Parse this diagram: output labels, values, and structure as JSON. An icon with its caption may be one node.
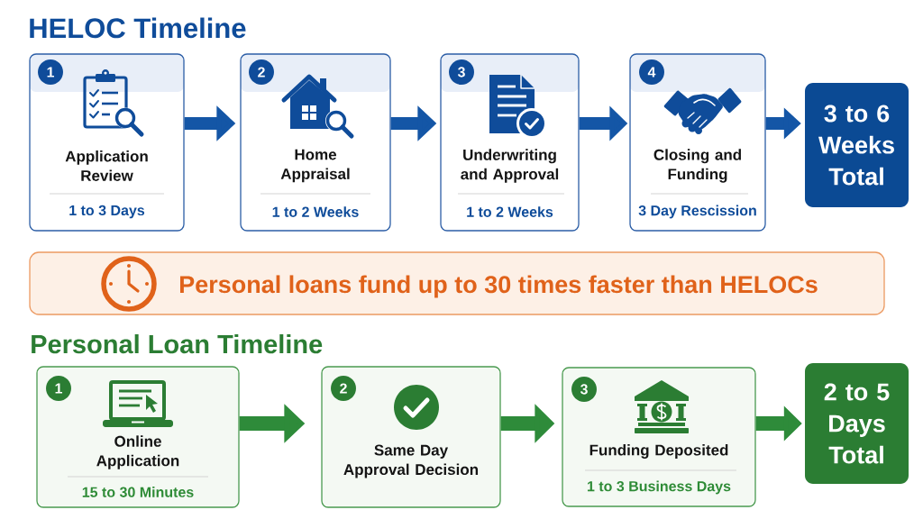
{
  "diagram": {
    "nodes": [
      {
        "text": [
          "1",
          "Application Review",
          "1 to 3 Days"
        ]
      },
      {
        "text": [
          "2",
          "Home Appraisal",
          "1 to 2 Weeks"
        ]
      },
      {
        "text": [
          "3",
          "Underwriting and Approval",
          "1 to 2 Weeks"
        ]
      },
      {
        "text": [
          "4",
          "Closing and Funding",
          "3 Day Rescission"
        ]
      },
      {
        "text": [
          "3 to 6 Weeks Total"
        ]
      },
      {
        "text": [
          "Personal loans fund up to 30 times faster than HELOCs"
        ]
      },
      {
        "text": [
          "1",
          "Online Application",
          "15 to 30 Minutes"
        ]
      },
      {
        "text": [
          "2",
          "Same Day Approval Decision"
        ]
      },
      {
        "text": [
          "3",
          "Funding Deposited",
          "1 to 3 Business Days"
        ]
      },
      {
        "text": [
          "2 to 5 Days Total"
        ]
      }
    ],
    "edges": [
      {
        "from": 0,
        "to": 1,
        "arrow": "to"
      },
      {
        "from": 1,
        "to": 2,
        "arrow": "to"
      },
      {
        "from": 2,
        "to": 3,
        "arrow": "to"
      },
      {
        "from": 3,
        "to": 4,
        "arrow": "to"
      },
      {
        "from": 6,
        "to": 7,
        "arrow": "to",
        "color": "#2e8b3a"
      },
      {
        "from": 7,
        "to": 8,
        "arrow": "to",
        "color": "#2e8b3a"
      },
      {
        "from": 8,
        "to": 9,
        "arrow": "to",
        "color": "#2e8b3a"
      }
    ],
    "labels": [
      "HELOC Timeline",
      "Personal Loan Timeline"
    ]
  }
}
